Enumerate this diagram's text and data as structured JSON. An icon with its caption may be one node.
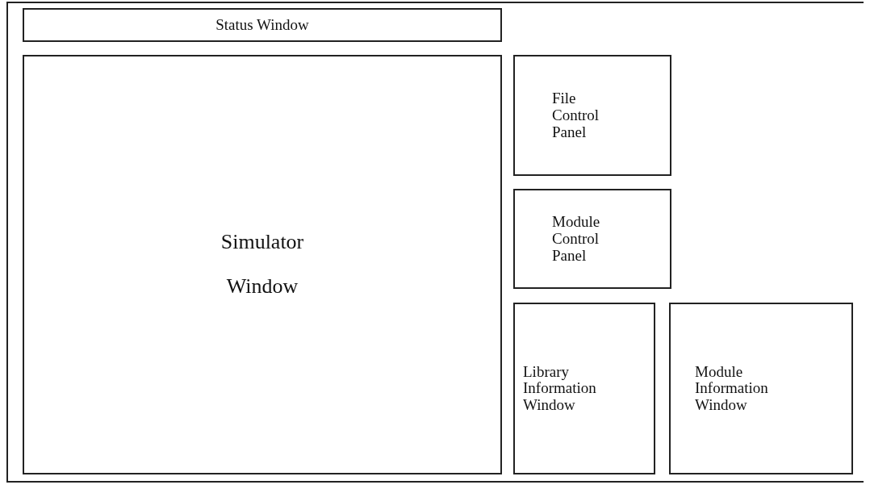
{
  "diagram": {
    "nodes": [
      {
        "text": [],
        "shape": "box"
      },
      {
        "text": [
          "Status Window"
        ],
        "in": 0
      },
      {
        "text": [
          "Simulator Window"
        ],
        "in": 0
      },
      {
        "text": [
          "File Control Panel"
        ],
        "in": 0
      },
      {
        "text": [
          "Module Control Panel"
        ],
        "in": 0
      },
      {
        "text": [
          "Library Information Window"
        ],
        "in": 0
      },
      {
        "text": [
          "Module Information Window"
        ],
        "in": 0
      }
    ]
  }
}
